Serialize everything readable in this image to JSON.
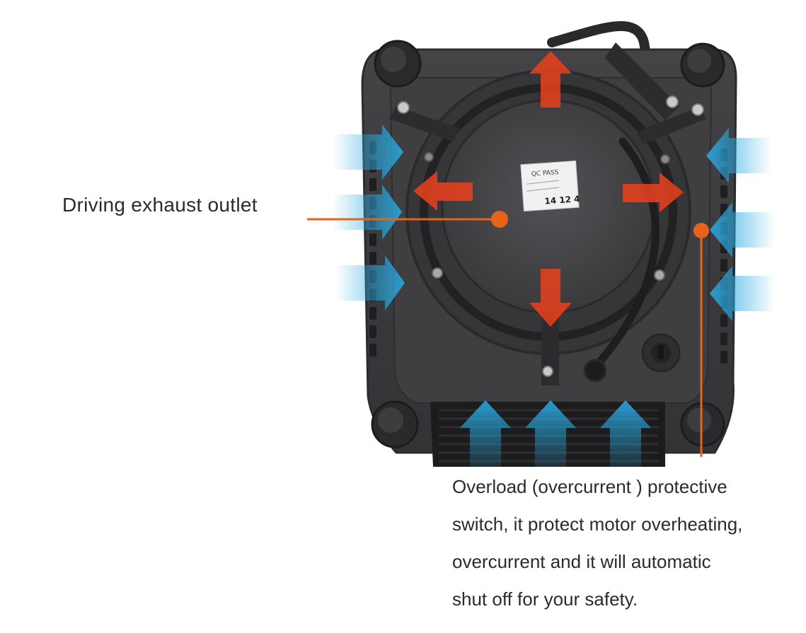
{
  "labels": {
    "exhaust_outlet": "Driving exhaust outlet",
    "overload_switch_lines": [
      "Overload (overcurrent ) protective",
      "switch, it protect motor overheating,",
      "overcurrent and it will automatic",
      "shut off for your safety."
    ]
  },
  "sticker": {
    "title": "QC PASS",
    "date": "14 12 4"
  },
  "colors": {
    "callout": "#e8631a",
    "airflow_out": "#e5401c",
    "airflow_in": "#29a9e1",
    "body": "#3c3c3e",
    "motor": "#4a4a4d",
    "text": "#2b2b2b"
  },
  "icons": {
    "outflow_arrow": "red-arrow-icon",
    "inflow_arrow": "blue-arrow-icon",
    "rubber_foot": "rubber-foot-icon",
    "screw": "screw-icon",
    "switch": "overload-switch-icon"
  }
}
